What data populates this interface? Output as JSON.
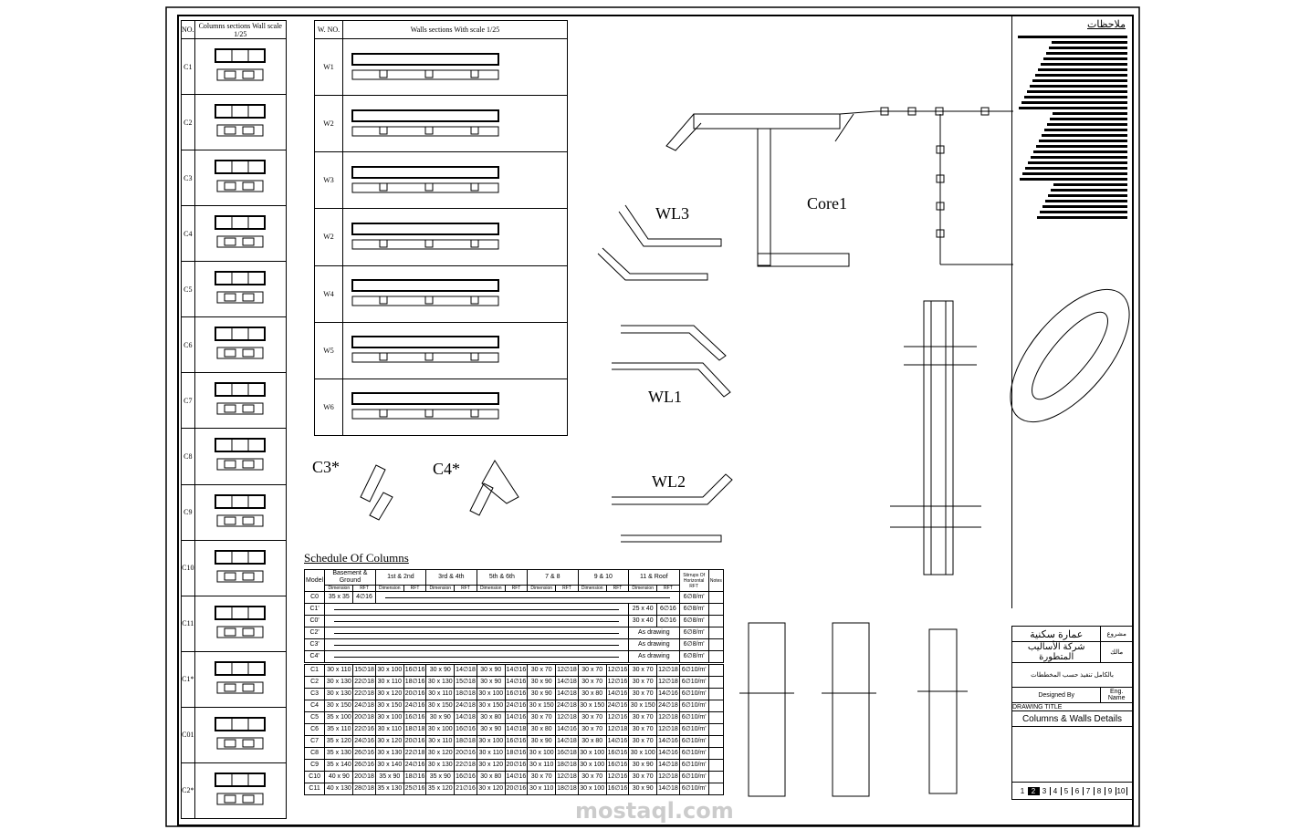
{
  "columns_table": {
    "headers": [
      "NO.",
      "Columns sections Wall scale 1/25"
    ],
    "rows": [
      "C1",
      "C2",
      "C3",
      "C4",
      "C5",
      "C6",
      "C7",
      "C8",
      "C9",
      "C10",
      "C11",
      "C1*",
      "C01",
      "C2*"
    ]
  },
  "walls_table": {
    "headers": [
      "W. NO.",
      "Walls sections   With scale 1/25"
    ],
    "rows": [
      "W1",
      "W2",
      "W3",
      "W2",
      "W4",
      "W5",
      "W6"
    ]
  },
  "labels": {
    "core": "Core1",
    "wl3": "WL3",
    "wl1": "WL1",
    "wl2": "WL2",
    "c3": "C3*",
    "c4": "C4*"
  },
  "schedule": {
    "title": "Schedule Of Columns",
    "groups": [
      "Basement & Ground",
      "1st & 2nd",
      "3rd & 4th",
      "5th & 6th",
      "7 & 8",
      "9 & 10",
      "11 & Roof"
    ],
    "model_label": "Model",
    "dim_label": "Dimension",
    "rft_label": "RFT",
    "stirrup_label": "Stirrups Of Horizontal RFT",
    "notes_label": "Notes",
    "special_rows": [
      {
        "model": "C0",
        "first": [
          "35 x 35",
          "4∅16"
        ],
        "last": null,
        "stirrup": "6∅8/m'"
      },
      {
        "model": "C1'",
        "first": null,
        "last": [
          "25 x 40",
          "6∅16"
        ],
        "stirrup": "6∅8/m'"
      },
      {
        "model": "C0'",
        "first": null,
        "last": [
          "30 x 40",
          "6∅16"
        ],
        "stirrup": "6∅8/m'"
      },
      {
        "model": "C2'",
        "first": null,
        "last": [
          "As drawing"
        ],
        "stirrup": "6∅8/m'"
      },
      {
        "model": "C3'",
        "first": null,
        "last": [
          "As drawing"
        ],
        "stirrup": "6∅8/m'"
      },
      {
        "model": "C4'",
        "first": null,
        "last": [
          "As drawing"
        ],
        "stirrup": "6∅8/m'"
      }
    ],
    "rows": [
      {
        "model": "C1",
        "cells": [
          "30 x 110",
          "15∅18",
          "30 x 100",
          "16∅16",
          "30 x 90",
          "14∅18",
          "30 x 90",
          "14∅16",
          "30 x 70",
          "12∅18",
          "30 x 70",
          "12∅16",
          "30 x 70",
          "12∅18"
        ],
        "stirrup": "6∅10/m'"
      },
      {
        "model": "C2",
        "cells": [
          "30 x 130",
          "22∅18",
          "30 x 110",
          "18∅16",
          "30 x 130",
          "15∅18",
          "30 x 90",
          "14∅16",
          "30 x 90",
          "14∅18",
          "30 x 70",
          "12∅16",
          "30 x 70",
          "12∅18"
        ],
        "stirrup": "6∅10/m'"
      },
      {
        "model": "C3",
        "cells": [
          "30 x 130",
          "22∅18",
          "30 x 120",
          "20∅16",
          "30 x 110",
          "18∅18",
          "30 x 100",
          "16∅16",
          "30 x 90",
          "14∅18",
          "30 x 80",
          "14∅16",
          "30 x 70",
          "14∅16"
        ],
        "stirrup": "6∅10/m'"
      },
      {
        "model": "C4",
        "cells": [
          "30 x 150",
          "24∅18",
          "30 x 150",
          "24∅16",
          "30 x 150",
          "24∅18",
          "30 x 150",
          "24∅16",
          "30 x 150",
          "24∅18",
          "30 x 150",
          "24∅16",
          "30 x 150",
          "24∅18"
        ],
        "stirrup": "6∅10/m'"
      },
      {
        "model": "C5",
        "cells": [
          "35 x 100",
          "20∅18",
          "30 x 100",
          "16∅16",
          "30 x 90",
          "14∅18",
          "30 x 80",
          "14∅16",
          "30 x 70",
          "12∅18",
          "30 x 70",
          "12∅16",
          "30 x 70",
          "12∅18"
        ],
        "stirrup": "6∅10/m'"
      },
      {
        "model": "C6",
        "cells": [
          "35 x 110",
          "22∅16",
          "30 x 110",
          "18∅18",
          "30 x 100",
          "16∅16",
          "30 x 90",
          "14∅18",
          "30 x 80",
          "14∅16",
          "30 x 70",
          "12∅18",
          "30 x 70",
          "12∅18"
        ],
        "stirrup": "6∅10/m'"
      },
      {
        "model": "C7",
        "cells": [
          "35 x 120",
          "24∅16",
          "30 x 120",
          "20∅16",
          "30 x 110",
          "18∅18",
          "30 x 100",
          "16∅16",
          "30 x 90",
          "14∅18",
          "30 x 80",
          "14∅16",
          "30 x 70",
          "14∅16"
        ],
        "stirrup": "6∅10/m'"
      },
      {
        "model": "C8",
        "cells": [
          "35 x 130",
          "26∅16",
          "30 x 130",
          "22∅18",
          "30 x 120",
          "20∅16",
          "30 x 110",
          "18∅16",
          "30 x 100",
          "16∅18",
          "30 x 100",
          "16∅16",
          "30 x 100",
          "14∅16"
        ],
        "stirrup": "6∅10/m'"
      },
      {
        "model": "C9",
        "cells": [
          "35 x 140",
          "26∅16",
          "30 x 140",
          "24∅16",
          "30 x 130",
          "22∅18",
          "30 x 120",
          "20∅16",
          "30 x 110",
          "18∅18",
          "30 x 100",
          "16∅16",
          "30 x 90",
          "14∅18"
        ],
        "stirrup": "6∅10/m'"
      },
      {
        "model": "C10",
        "cells": [
          "40 x 90",
          "20∅18",
          "35 x 90",
          "18∅16",
          "35 x 90",
          "16∅16",
          "30 x 80",
          "14∅16",
          "30 x 70",
          "12∅18",
          "30 x 70",
          "12∅16",
          "30 x 70",
          "12∅18"
        ],
        "stirrup": "6∅10/m'"
      },
      {
        "model": "C11",
        "cells": [
          "40 x 130",
          "28∅18",
          "35 x 130",
          "25∅16",
          "35 x 120",
          "21∅16",
          "30 x 120",
          "20∅16",
          "30 x 110",
          "18∅18",
          "30 x 100",
          "16∅16",
          "30 x 90",
          "14∅18"
        ],
        "stirrup": "6∅10/m'"
      }
    ]
  },
  "notes": {
    "heading": "ملاحظات"
  },
  "title_block": {
    "project_label": "مشروع",
    "project": "عمارة سكنية",
    "owner_label": "مالك",
    "owner": "شركة الأساليب المتطورة",
    "location": "بالكامل تنفيذ حسب المخططات",
    "designed_label": "Designed By",
    "designed": "Eng. Name",
    "drawing_title_label": "DRAWING TITLE",
    "drawing_title": "Columns & Walls Details",
    "sheet_numbers": [
      "1",
      "2",
      "3",
      "4",
      "5",
      "6",
      "7",
      "8",
      "9",
      "10"
    ],
    "active_sheet": "2"
  },
  "watermark": "mostaql.com"
}
